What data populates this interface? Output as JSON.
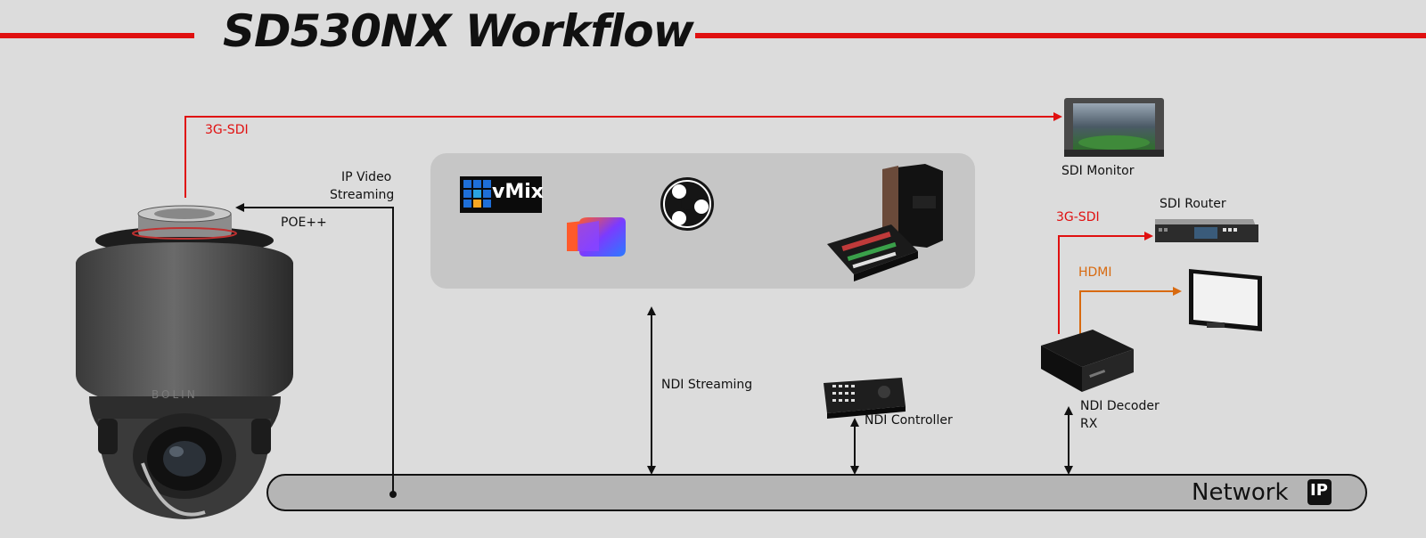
{
  "title": "SD530NX Workflow",
  "colors": {
    "accent_red": "#e01010",
    "hdmi_orange": "#d86a10",
    "background": "#dcdcdc",
    "panel": "#c6c6c6"
  },
  "labels": {
    "sdi_top": "3G-SDI",
    "ip_video_line1": "IP Video",
    "ip_video_line2": "Streaming",
    "poe": "POE++",
    "sdi_monitor": "SDI Monitor",
    "sdi_router": "SDI Router",
    "sdi_router_link": "3G-SDI",
    "hdmi_link": "HDMI",
    "ndi_streaming": "NDI Streaming",
    "ndi_controller": "NDI Controller",
    "ndi_decoder_line1": "NDI Decoder",
    "ndi_decoder_line2": "RX",
    "network": "Network",
    "ip_badge": "IP",
    "vmix_logo": "vMix",
    "camera_brand": "BOLIN"
  },
  "icons": [
    "vmix-logo-icon",
    "streamyard-logo-icon",
    "obs-logo-icon",
    "tricaster-icon",
    "ptz-camera-icon",
    "sdi-monitor-icon",
    "sdi-router-icon",
    "hdmi-monitor-icon",
    "ndi-decoder-icon",
    "ndi-controller-icon"
  ]
}
